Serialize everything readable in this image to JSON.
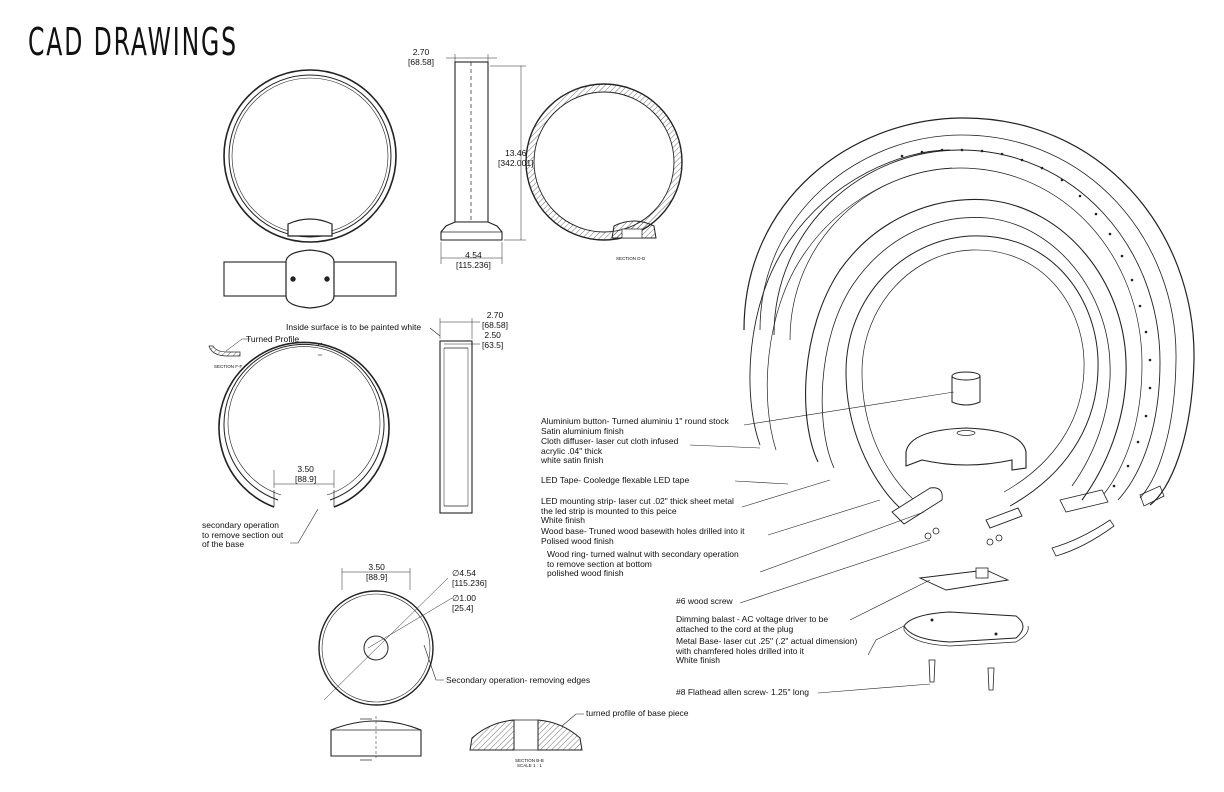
{
  "page": {
    "title": "CAD DRAWINGS"
  },
  "dimensions": {
    "side_width": "2.70",
    "side_width_mm": "[68.58]",
    "height": "13.46",
    "height_mm": "[342.001]",
    "base_width": "4.54",
    "base_width_mm": "[115.236]",
    "ring_width": "2.70",
    "ring_width_mm": "[68.58]",
    "ring_inner": "2.50",
    "ring_inner_mm": "[63.5]",
    "cut_width": "3.50",
    "cut_width_mm": "[88.9]",
    "base_dia": "3.50",
    "base_dia_mm": "[88.9]",
    "outer_dia": "∅4.54",
    "outer_dia_mm": "[115.236]",
    "hole_dia": "∅1.00",
    "hole_dia_mm": "[25.4]"
  },
  "annotations": {
    "inside_surface": "Inside surface is to be painted white",
    "turned_profile": "Turned Profile",
    "secondary_op": [
      "secondary operation",
      "to remove section out",
      "of the base"
    ],
    "secondary_edges": "Secondary operation- removing edges",
    "turned_base": "turned profile of base piece"
  },
  "section_labels": {
    "section_dd": "SECTION D-D",
    "section_ff": "SECTION F-F",
    "section_bb": "SECTION B-B",
    "scale": "SCALE 1 : 1"
  },
  "callouts": [
    [
      "Aluminium button- Turned aluminiu 1\" round stock",
      "Satin aluminium finish"
    ],
    [
      "Cloth diffuser- laser cut cloth infused",
      "acrylic .04\" thick",
      "white satin finish"
    ],
    [
      "LED Tape- Cooledge flexable LED tape"
    ],
    [
      "LED mounting strip- laser cut .02\" thick sheet metal",
      "the led strip is mounted to this peice",
      "White finish"
    ],
    [
      "Wood base- Truned wood basewith holes drilled into it",
      "Polised wood finish"
    ],
    [
      "Wood ring- turned walnut with secondary operation",
      "to remove section at bottom",
      "polished wood finish"
    ],
    [
      "#6 wood screw"
    ],
    [
      "Dimming balast - AC voltage driver to be",
      "attached to the cord at the plug"
    ],
    [
      "Metal Base- laser cut .25\" (.2\" actual dimension)",
      "with chamfered holes drilled into it",
      "White finish"
    ],
    [
      "#8 Flathead allen screw- 1.25\" long"
    ]
  ]
}
